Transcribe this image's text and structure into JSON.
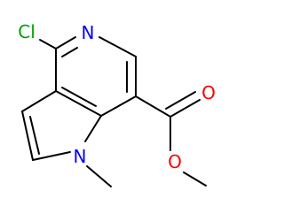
{
  "molecule": {
    "atom_labels": {
      "chlorine": "Cl",
      "ring_nitrogen": "N",
      "pyrrole_nitrogen": "N",
      "carbonyl_oxygen": "O",
      "ester_oxygen": "O"
    },
    "colors": {
      "bond": "#000000",
      "chlorine": "#00a000",
      "nitrogen": "#0000ff",
      "oxygen": "#ff0000",
      "background": "#ffffff"
    }
  }
}
